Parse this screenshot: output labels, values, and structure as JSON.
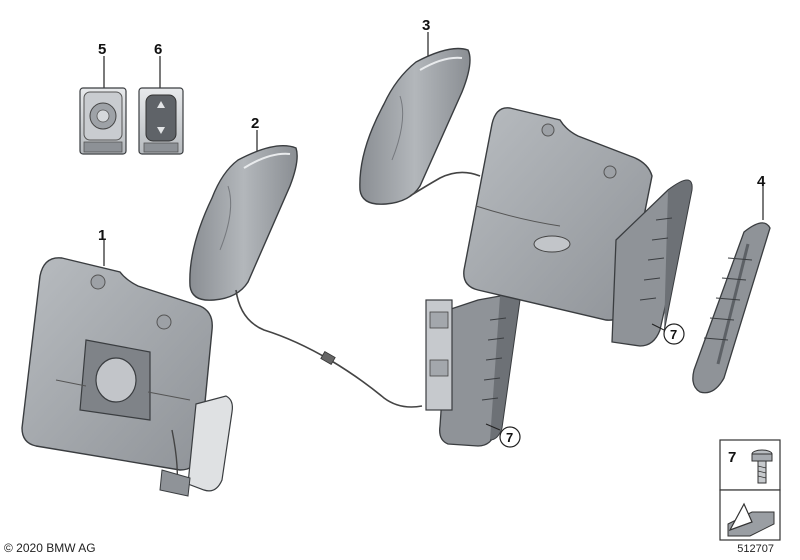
{
  "callouts": {
    "p1": "1",
    "p2": "2",
    "p3": "3",
    "p4": "4",
    "p5": "5",
    "p6": "6",
    "p7a": "7",
    "p7b": "7",
    "legend": "7"
  },
  "footer": {
    "copyright": "© 2020 BMW AG",
    "diagram_id": "512707"
  },
  "colors": {
    "part_fill": "#a9adb2",
    "part_dark": "#7d8186",
    "part_light": "#d3d6d9",
    "stroke": "#3a3d40",
    "wire": "#444444"
  }
}
